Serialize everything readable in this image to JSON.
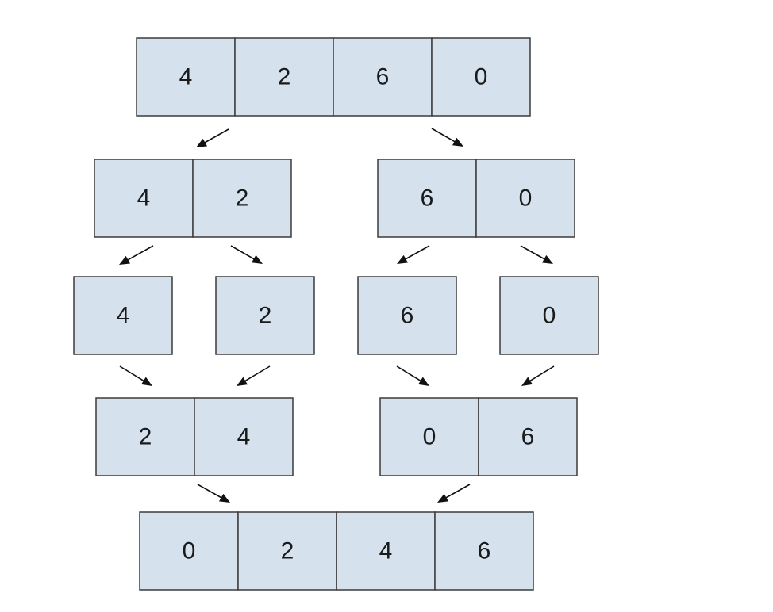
{
  "diagram": {
    "colors": {
      "cell_fill": "#d6e1ee",
      "cell_border": "#3b3b3b",
      "arrow": "#111111"
    },
    "levels": [
      {
        "role": "input",
        "arrays": [
          [
            "4",
            "2",
            "6",
            "0"
          ]
        ]
      },
      {
        "role": "split",
        "arrays": [
          [
            "4",
            "2"
          ],
          [
            "6",
            "0"
          ]
        ]
      },
      {
        "role": "split",
        "arrays": [
          [
            "4"
          ],
          [
            "2"
          ],
          [
            "6"
          ],
          [
            "0"
          ]
        ]
      },
      {
        "role": "merge",
        "arrays": [
          [
            "2",
            "4"
          ],
          [
            "0",
            "6"
          ]
        ]
      },
      {
        "role": "output",
        "arrays": [
          [
            "0",
            "2",
            "4",
            "6"
          ]
        ]
      }
    ],
    "arrows": [
      {
        "from": "level-0-array-0",
        "to": "level-1-array-0"
      },
      {
        "from": "level-0-array-0",
        "to": "level-1-array-1"
      },
      {
        "from": "level-1-array-0",
        "to": "level-2-array-0"
      },
      {
        "from": "level-1-array-0",
        "to": "level-2-array-1"
      },
      {
        "from": "level-1-array-1",
        "to": "level-2-array-2"
      },
      {
        "from": "level-1-array-1",
        "to": "level-2-array-3"
      },
      {
        "from": "level-2-array-0",
        "to": "level-3-array-0"
      },
      {
        "from": "level-2-array-1",
        "to": "level-3-array-0"
      },
      {
        "from": "level-2-array-2",
        "to": "level-3-array-1"
      },
      {
        "from": "level-2-array-3",
        "to": "level-3-array-1"
      },
      {
        "from": "level-3-array-0",
        "to": "level-4-array-0"
      },
      {
        "from": "level-3-array-1",
        "to": "level-4-array-0"
      }
    ]
  }
}
